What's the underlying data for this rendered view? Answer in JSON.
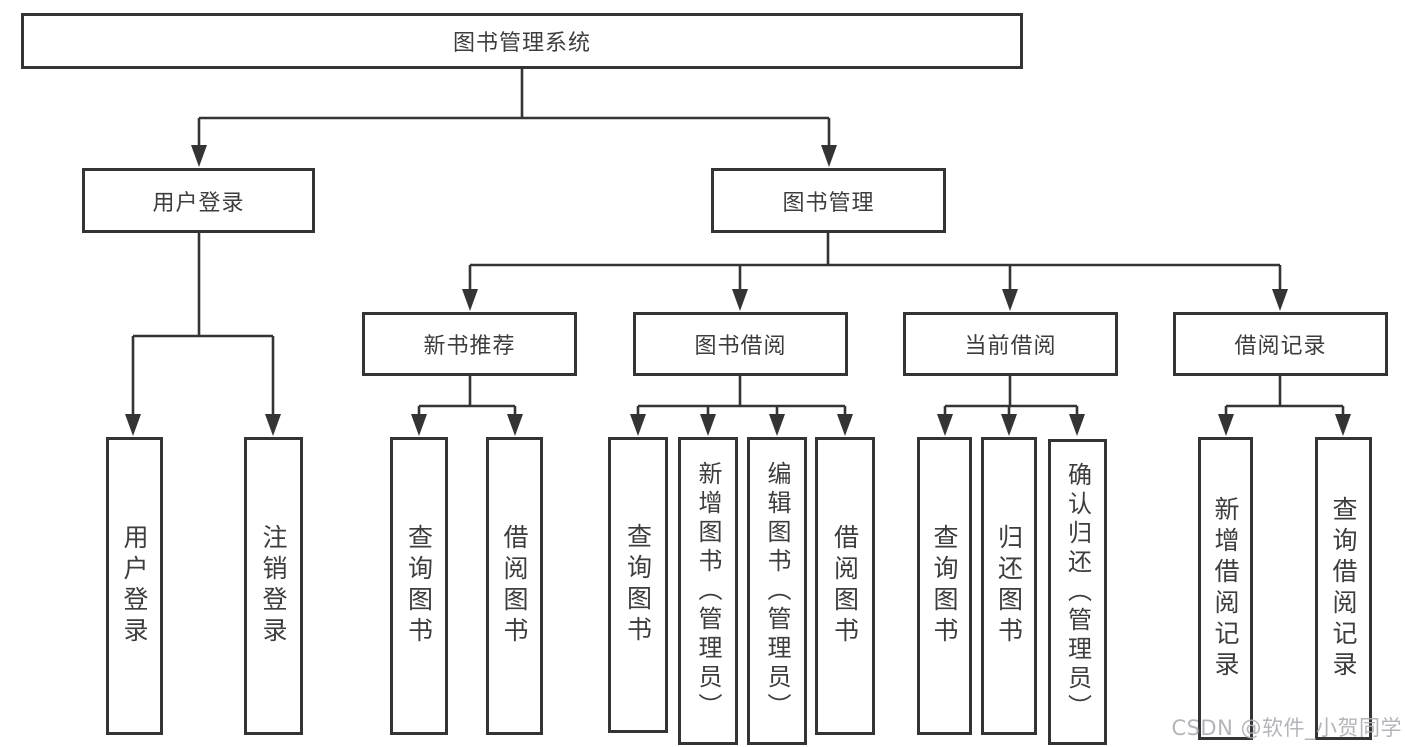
{
  "title": "图书管理系统",
  "watermark": "CSDN @软件_小贺同学",
  "colors": {
    "line": "#343434",
    "text": "#3d3d3d",
    "box_background": "#ffffff",
    "watermark": "#acacb2"
  },
  "tree": {
    "root": {
      "label": "图书管理系统",
      "children": [
        {
          "label": "用户登录",
          "children": [
            {
              "label": "用户登录"
            },
            {
              "label": "注销登录"
            }
          ]
        },
        {
          "label": "图书管理",
          "children": [
            {
              "label": "新书推荐",
              "children": [
                {
                  "label": "查询图书"
                },
                {
                  "label": "借阅图书"
                }
              ]
            },
            {
              "label": "图书借阅",
              "children": [
                {
                  "label": "查询图书"
                },
                {
                  "label": "新增图书（管理员）"
                },
                {
                  "label": "编辑图书（管理员）"
                },
                {
                  "label": "借阅图书"
                }
              ]
            },
            {
              "label": "当前借阅",
              "children": [
                {
                  "label": "查询图书"
                },
                {
                  "label": "归还图书"
                },
                {
                  "label": "确认归还（管理员）"
                }
              ]
            },
            {
              "label": "借阅记录",
              "children": [
                {
                  "label": "新增借阅记录"
                },
                {
                  "label": "查询借阅记录"
                }
              ]
            }
          ]
        }
      ]
    }
  }
}
